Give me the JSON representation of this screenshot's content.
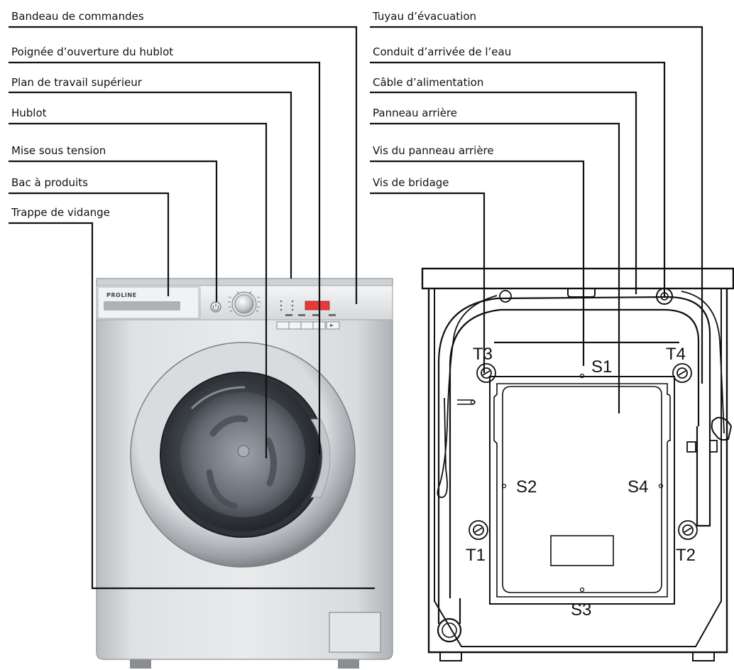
{
  "brand": "PROLINE",
  "left_labels": [
    {
      "id": "bandeau",
      "text": "Bandeau de commandes"
    },
    {
      "id": "poignee",
      "text": "Poignée d’ouverture du hublot"
    },
    {
      "id": "plan",
      "text": "Plan de travail supérieur"
    },
    {
      "id": "hublot",
      "text": "Hublot"
    },
    {
      "id": "mise",
      "text": "Mise sous tension"
    },
    {
      "id": "bac",
      "text": "Bac à produits"
    },
    {
      "id": "trappe",
      "text": "Trappe de vidange"
    }
  ],
  "right_labels": [
    {
      "id": "tuyau",
      "text": "Tuyau d’évacuation"
    },
    {
      "id": "conduit",
      "text": "Conduit d’arrivée de l’eau"
    },
    {
      "id": "cable",
      "text": "Câble d’alimentation"
    },
    {
      "id": "panneau",
      "text": "Panneau arrière"
    },
    {
      "id": "vis-panneau",
      "text": "Vis du panneau arrière"
    },
    {
      "id": "vis-bridage",
      "text": "Vis de bridage"
    }
  ],
  "screw_tags": {
    "T1": "T1",
    "T2": "T2",
    "T3": "T3",
    "T4": "T4",
    "S1": "S1",
    "S2": "S2",
    "S3": "S3",
    "S4": "S4"
  }
}
